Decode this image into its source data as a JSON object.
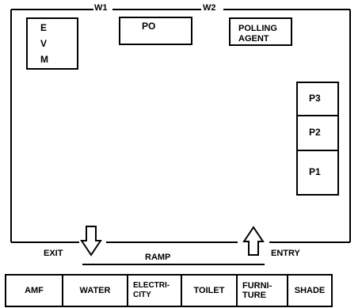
{
  "walls": {
    "w1": "W1",
    "w2": "W2"
  },
  "evm": {
    "letters": [
      "E",
      "V",
      "M"
    ]
  },
  "po": {
    "label": "PO"
  },
  "polling_agent": {
    "line1": "POLLING",
    "line2": "AGENT"
  },
  "booths": [
    {
      "label": "P3"
    },
    {
      "label": "P2"
    },
    {
      "label": "P1"
    }
  ],
  "exit": {
    "label": "EXIT"
  },
  "entry": {
    "label": "ENTRY"
  },
  "ramp": {
    "label": "RAMP"
  },
  "facilities": [
    {
      "line1": "AMF",
      "line2": ""
    },
    {
      "line1": "WATER",
      "line2": ""
    },
    {
      "line1": "ELECTRI-",
      "line2": "CITY"
    },
    {
      "line1": "TOILET",
      "line2": ""
    },
    {
      "line1": "FURNI-",
      "line2": "TURE"
    },
    {
      "line1": "SHADE",
      "line2": ""
    }
  ]
}
